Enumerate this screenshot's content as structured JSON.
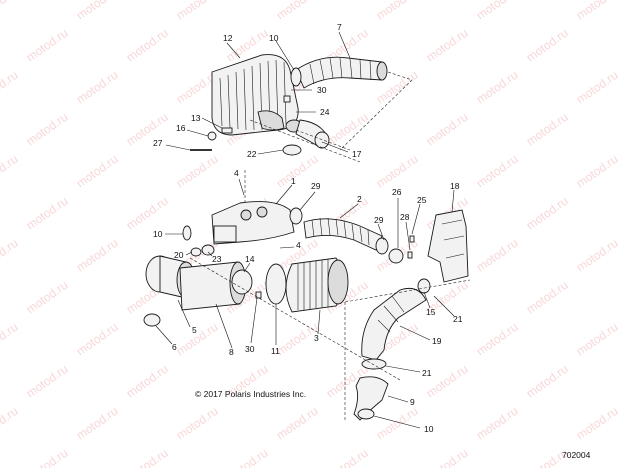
{
  "watermark_text": "motod.ru",
  "copyright": "© 2017 Polaris Industries Inc.",
  "figure_number": "702004",
  "callouts": [
    "12",
    "10",
    "7",
    "30",
    "24",
    "13",
    "16",
    "27",
    "22",
    "17",
    "4",
    "1",
    "29",
    "2",
    "18",
    "26",
    "25",
    "28",
    "10",
    "20",
    "23",
    "14",
    "4",
    "29",
    "15",
    "21",
    "5",
    "6",
    "8",
    "30",
    "11",
    "3",
    "19",
    "21",
    "9",
    "10"
  ]
}
